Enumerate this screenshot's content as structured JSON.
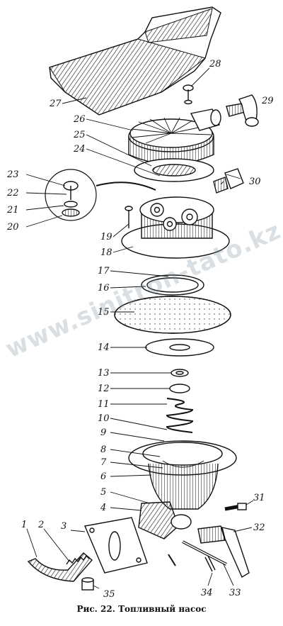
{
  "caption": "Рис. 22. Топливный насос",
  "watermark": "www.sinitron-tato.kz",
  "colors": {
    "ink": "#111111",
    "paper": "#ffffff",
    "watermark": "#8c9aa4"
  },
  "labels": [
    "1",
    "2",
    "3",
    "4",
    "5",
    "6",
    "7",
    "8",
    "9",
    "10",
    "11",
    "12",
    "13",
    "14",
    "15",
    "16",
    "17",
    "18",
    "19",
    "20",
    "21",
    "22",
    "23",
    "24",
    "25",
    "26",
    "27",
    "28",
    "29",
    "30",
    "31",
    "32",
    "33",
    "34",
    "35"
  ]
}
